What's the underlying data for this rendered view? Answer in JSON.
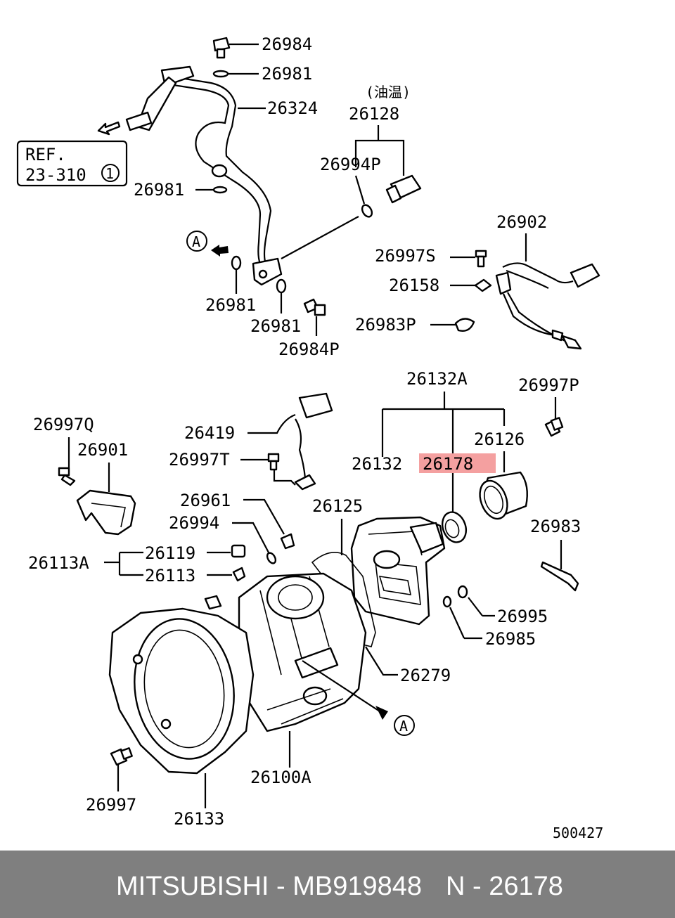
{
  "diagram": {
    "labels": {
      "p26984": "26984",
      "p26981a": "26981",
      "p26324": "26324",
      "oil_temp_note": "(油温)",
      "p26128": "26128",
      "p26994p": "26994P",
      "p26981b": "26981",
      "p26902": "26902",
      "p26997s": "26997S",
      "p26158": "26158",
      "p26981c": "26981",
      "p26981d": "26981",
      "p26984p": "26984P",
      "p26983p": "26983P",
      "p26132a": "26132A",
      "p26997p": "26997P",
      "p26997q": "26997Q",
      "p26901": "26901",
      "p26419": "26419",
      "p26126": "26126",
      "p26997t": "26997T",
      "p26132": "26132",
      "p26178": "26178",
      "p26961": "26961",
      "p26125": "26125",
      "p26983": "26983",
      "p26994": "26994",
      "p26119": "26119",
      "p26113a": "26113A",
      "p26113": "26113",
      "p26995": "26995",
      "p26985": "26985",
      "p26279": "26279",
      "p26100a": "26100A",
      "p26997": "26997",
      "p26133": "26133",
      "drawing_no": "500427"
    },
    "ref_box": {
      "line1": "REF.",
      "line2": "23-310",
      "circled": "1"
    },
    "view_marker": "A",
    "highlight_color": "#f4a0a0"
  },
  "footer": {
    "brand_part": "MITSUBISHI - MB919848",
    "ref_part": "N - 26178",
    "background": "#7f7f7f"
  }
}
